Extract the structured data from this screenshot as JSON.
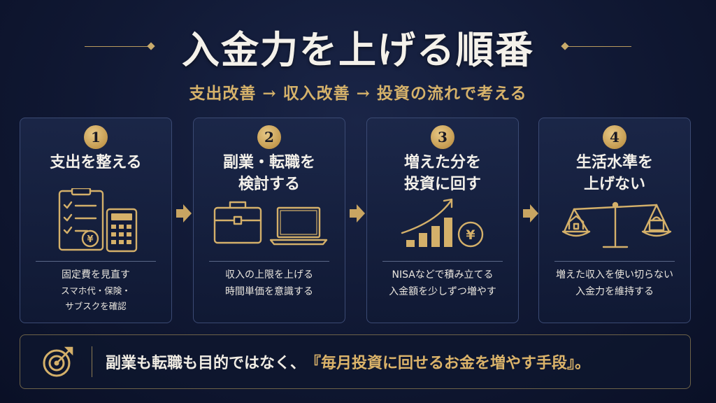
{
  "header": {
    "title": "入金力を上げる順番",
    "subtitle": "支出改善 → 収入改善 → 投資の流れで考える"
  },
  "steps": [
    {
      "number": "1",
      "title_lines": [
        "支出を整える"
      ],
      "icon": "clipboard-calculator-icon",
      "desc_lines": [
        "固定費を見直す",
        "スマホ代・保険・",
        "サブスクを確認"
      ]
    },
    {
      "number": "2",
      "title_lines": [
        "副業・転職を",
        "検討する"
      ],
      "icon": "briefcase-laptop-icon",
      "desc_lines": [
        "収入の上限を上げる",
        "時間単価を意識する"
      ]
    },
    {
      "number": "3",
      "title_lines": [
        "増えた分を",
        "投資に回す"
      ],
      "icon": "growth-chart-yen-icon",
      "desc_lines": [
        "NISAなどで積み立てる",
        "入金額を少しずつ増やす"
      ]
    },
    {
      "number": "4",
      "title_lines": [
        "生活水準を",
        "上げない"
      ],
      "icon": "balance-scale-icon",
      "desc_lines": [
        "増えた収入を使い切らない",
        "入金力を維持する"
      ]
    }
  ],
  "bottom": {
    "icon": "target-icon",
    "text_plain": "副業も転職も目的ではなく、",
    "text_highlight": "『毎月投資に回せるお金を増やす手段』。"
  },
  "colors": {
    "gold": "#d6b26a",
    "background": "#101833",
    "card_border": "#3b4a73"
  }
}
